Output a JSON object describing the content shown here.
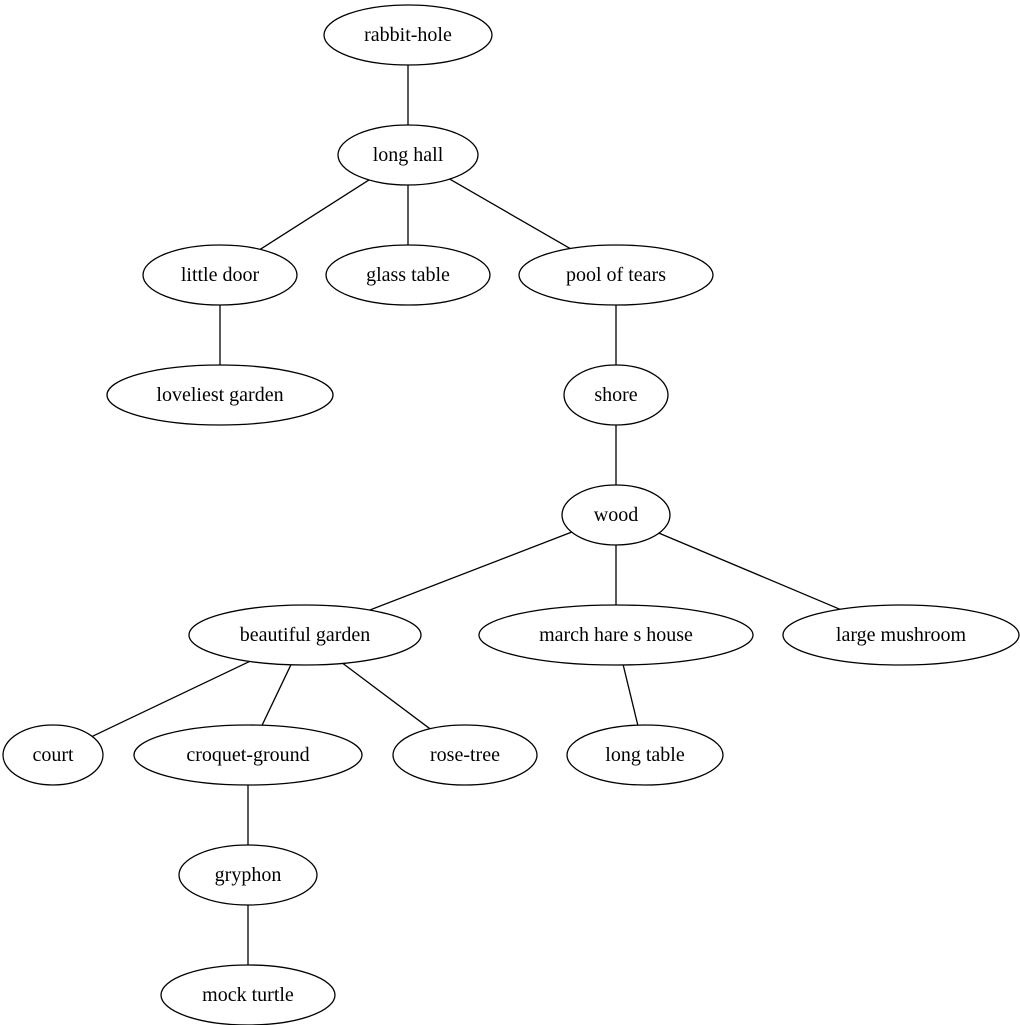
{
  "graph": {
    "nodes": [
      {
        "id": "rabbit-hole",
        "label": "rabbit-hole"
      },
      {
        "id": "long-hall",
        "label": "long hall"
      },
      {
        "id": "little-door",
        "label": "little door"
      },
      {
        "id": "glass-table",
        "label": "glass table"
      },
      {
        "id": "pool-of-tears",
        "label": "pool of tears"
      },
      {
        "id": "loveliest-garden",
        "label": "loveliest garden"
      },
      {
        "id": "shore",
        "label": "shore"
      },
      {
        "id": "wood",
        "label": "wood"
      },
      {
        "id": "beautiful-garden",
        "label": "beautiful garden"
      },
      {
        "id": "march-hare-house",
        "label": "march hare s house"
      },
      {
        "id": "large-mushroom",
        "label": "large mushroom"
      },
      {
        "id": "court",
        "label": "court"
      },
      {
        "id": "croquet-ground",
        "label": "croquet-ground"
      },
      {
        "id": "rose-tree",
        "label": "rose-tree"
      },
      {
        "id": "long-table",
        "label": "long table"
      },
      {
        "id": "gryphon",
        "label": "gryphon"
      },
      {
        "id": "mock-turtle",
        "label": "mock turtle"
      }
    ],
    "edges": [
      {
        "from": "rabbit-hole",
        "to": "long-hall"
      },
      {
        "from": "long-hall",
        "to": "little-door"
      },
      {
        "from": "long-hall",
        "to": "glass-table"
      },
      {
        "from": "long-hall",
        "to": "pool-of-tears"
      },
      {
        "from": "little-door",
        "to": "loveliest-garden"
      },
      {
        "from": "pool-of-tears",
        "to": "shore"
      },
      {
        "from": "shore",
        "to": "wood"
      },
      {
        "from": "wood",
        "to": "beautiful-garden"
      },
      {
        "from": "wood",
        "to": "march-hare-house"
      },
      {
        "from": "wood",
        "to": "large-mushroom"
      },
      {
        "from": "beautiful-garden",
        "to": "court"
      },
      {
        "from": "beautiful-garden",
        "to": "croquet-ground"
      },
      {
        "from": "beautiful-garden",
        "to": "rose-tree"
      },
      {
        "from": "march-hare-house",
        "to": "long-table"
      },
      {
        "from": "croquet-ground",
        "to": "gryphon"
      },
      {
        "from": "gryphon",
        "to": "mock-turtle"
      }
    ]
  }
}
